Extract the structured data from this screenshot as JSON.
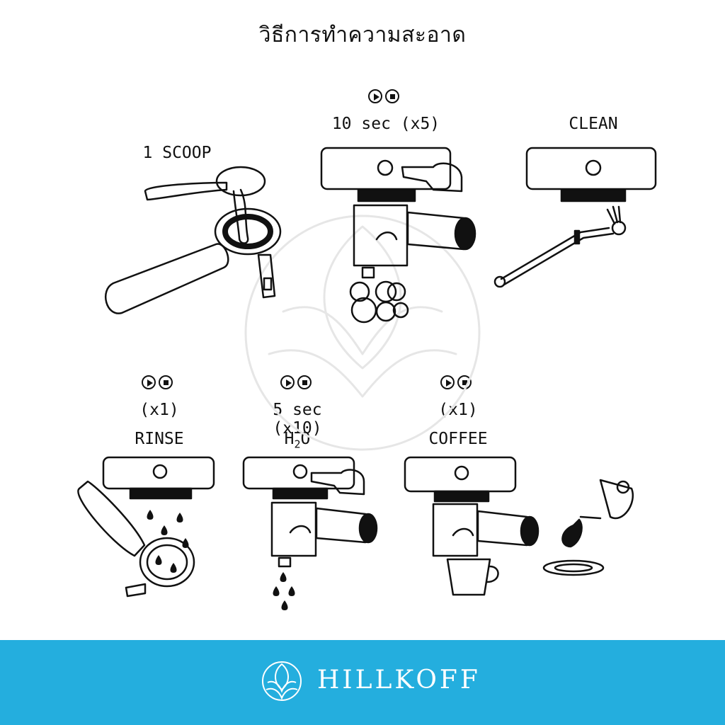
{
  "title": "วิธีการทำความสะอาด",
  "steps": {
    "scoop": {
      "label": "1 SCOOP"
    },
    "backflush": {
      "label": "10 sec (x5)",
      "icons": [
        "play-icon",
        "stop-icon"
      ]
    },
    "clean": {
      "label": "CLEAN"
    },
    "rinse": {
      "count": "(x1)",
      "label": "RINSE",
      "icons": [
        "play-icon",
        "stop-icon"
      ]
    },
    "water": {
      "count": "5 sec (x10)",
      "label": "H",
      "label_sub": "2",
      "label_end": "O",
      "icons": [
        "play-icon",
        "stop-icon"
      ]
    },
    "coffee": {
      "count": "(x1)",
      "label": "COFFEE",
      "icons": [
        "play-icon",
        "stop-icon"
      ]
    }
  },
  "footer": {
    "brand": "HILLKOFF",
    "background": "#24aede",
    "logo_icon": "leaf-mandala-icon"
  }
}
